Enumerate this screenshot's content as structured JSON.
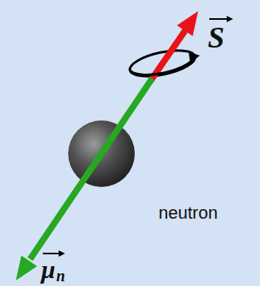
{
  "diagram": {
    "labels": [
      "S",
      "μ",
      "n",
      "neutron"
    ]
  }
}
